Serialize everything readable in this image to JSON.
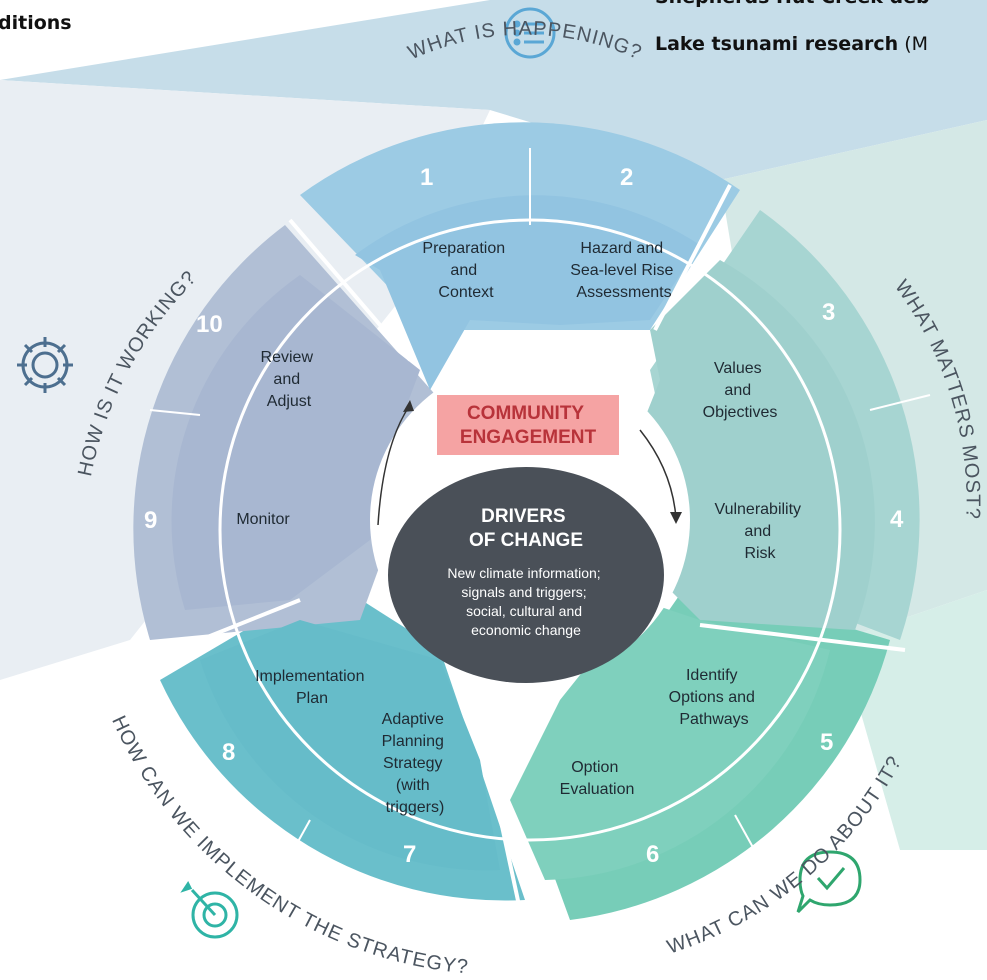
{
  "overlay": {
    "top_left_text": "ditions",
    "top_right_line1": "Shepherds Hut Creek deb",
    "top_right_line2_bold": "Lake tsunami research",
    "top_right_line2_rest": " (M"
  },
  "outer_questions": {
    "top": "WHAT IS HAPPENING?",
    "right": "WHAT MATTERS MOST?",
    "bottom_right": "WHAT CAN WE DO ABOUT IT?",
    "bottom_left": "HOW CAN WE IMPLEMENT THE STRATEGY?",
    "left": "HOW IS IT WORKING?"
  },
  "steps": {
    "n1": "1",
    "n2": "2",
    "n3": "3",
    "n4": "4",
    "n5": "5",
    "n6": "6",
    "n7": "7",
    "n8": "8",
    "n9": "9",
    "n10": "10"
  },
  "segments": {
    "preparation": [
      "Preparation",
      "and",
      "Context"
    ],
    "hazard": [
      "Hazard and",
      "Sea-level Rise",
      "Assessments"
    ],
    "values": [
      "Values",
      "and",
      "Objectives"
    ],
    "vulnerability": [
      "Vulnerability",
      "and",
      "Risk"
    ],
    "identify": [
      "Identify",
      "Options and",
      "Pathways"
    ],
    "option_eval": [
      "Option",
      "Evaluation"
    ],
    "implementation": [
      "Implementation",
      "Plan"
    ],
    "adaptive": [
      "Adaptive",
      "Planning",
      "Strategy",
      "(with",
      "triggers)"
    ],
    "review": [
      "Review",
      "and",
      "Adjust"
    ],
    "monitor": [
      "Monitor"
    ]
  },
  "center": {
    "community": [
      "COMMUNITY",
      "ENGAGEMENT"
    ],
    "drivers_title": [
      "DRIVERS",
      "OF CHANGE"
    ],
    "drivers_body": [
      "New climate information;",
      "signals and triggers;",
      "social, cultural and",
      "economic change"
    ]
  },
  "colors": {
    "top_blue": "#8fc3df",
    "teal_right": "#9ccfcc",
    "green_bottom": "#6ccbb5",
    "teal_bottom_left": "#5cb7c4",
    "slate_left": "#a9b9d2",
    "drivers_dark": "#4a5058",
    "community_highlight": "#f5a3a3"
  },
  "icons": [
    "list-icon",
    "gear-icon",
    "target-icon",
    "check-chat-icon"
  ]
}
